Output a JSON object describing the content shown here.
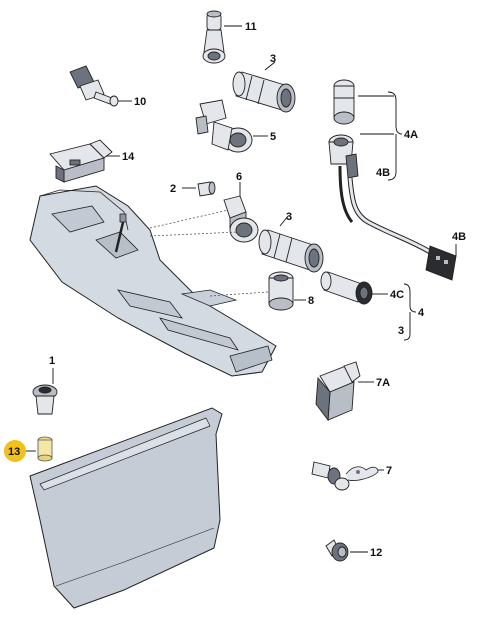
{
  "callouts": {
    "c1": "1",
    "c2": "2",
    "c3_top": "3",
    "c3_mid": "3",
    "c3_bottom": "3",
    "c4": "4",
    "c4a": "4A",
    "c4b_upper": "4B",
    "c4b_right": "4B",
    "c4c": "4C",
    "c5": "5",
    "c6": "6",
    "c7": "7",
    "c7a": "7A",
    "c8": "8",
    "c10": "10",
    "c11": "11",
    "c12": "12",
    "c13": "13",
    "c14": "14"
  },
  "colors": {
    "highlight": "#f2c21b",
    "part_fill": "#e3e6ea",
    "part_shade": "#b9bec6",
    "console_fill": "#d4dae2",
    "line": "#222222"
  }
}
